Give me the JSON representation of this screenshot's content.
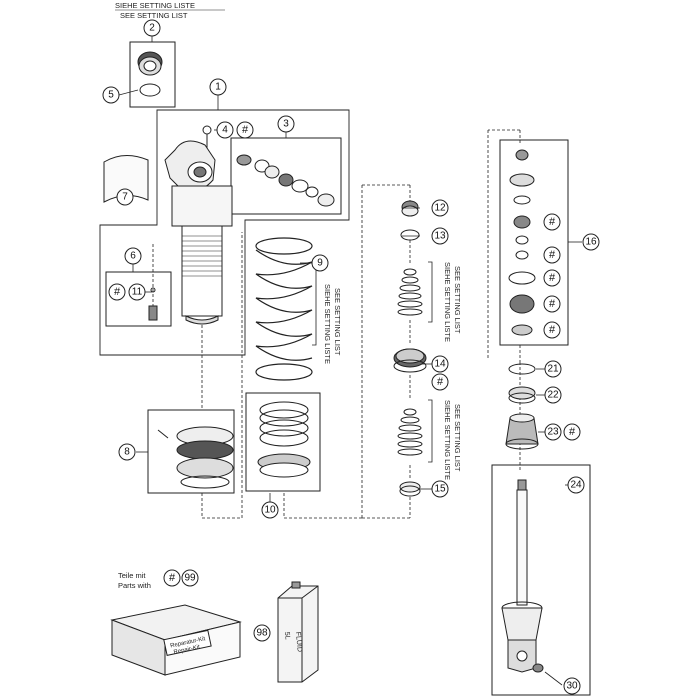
{
  "diagram": {
    "setting_note_de": "SIEHE SETTING LISTE",
    "setting_note_en": "SEE SETTING LIST",
    "hash_symbol": "#",
    "kit_note_de": "Teile mit",
    "kit_note_en": "Parts with",
    "kit_number": "99",
    "repair_kit_label_de": "Reparatur-Kit",
    "repair_kit_label_en": "Repair-Kit",
    "fluid_label": "FLUID",
    "fluid_volume": "5L",
    "callouts": [
      "1",
      "2",
      "3",
      "4",
      "5",
      "6",
      "7",
      "8",
      "9",
      "10",
      "11",
      "12",
      "13",
      "14",
      "15",
      "16",
      "21",
      "22",
      "23",
      "24",
      "30",
      "98"
    ]
  }
}
